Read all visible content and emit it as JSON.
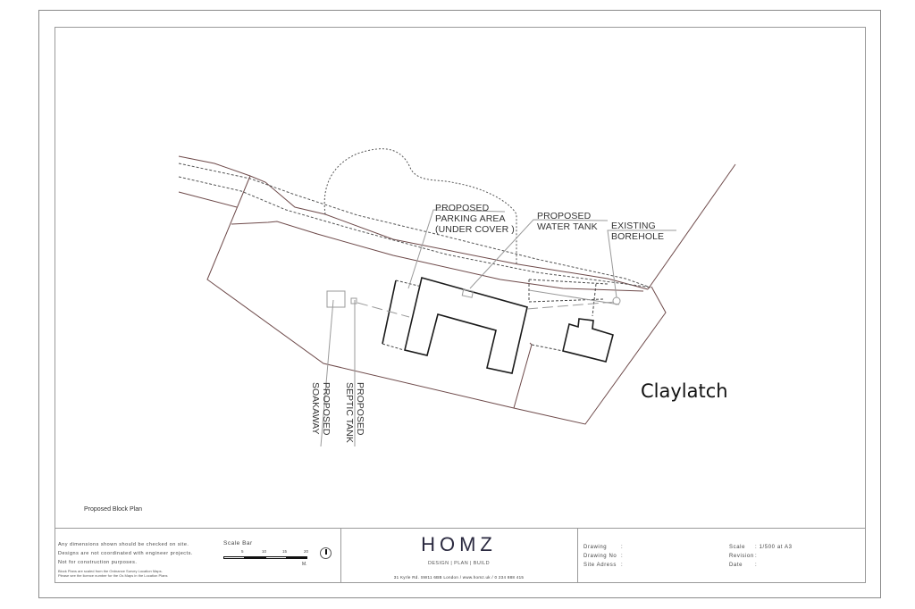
{
  "drawing": {
    "plan_title": "Proposed Block Plan",
    "place_name": "Claylatch",
    "labels": {
      "parking": [
        "PROPOSED",
        "PARKING AREA",
        "(UNDER COVER )"
      ],
      "water_tank": [
        "PROPOSED",
        "WATER TANK"
      ],
      "borehole": [
        "EXISTING",
        "BOREHOLE"
      ],
      "septic_tank": [
        "PROPOSED",
        "SEPTIC TANK"
      ],
      "soakaway": [
        "PROPOSED",
        "SOAKAWAY"
      ]
    },
    "colors": {
      "boundary": "#7a4a4a",
      "building": "#1a1a1a",
      "leader": "#9a9a9a",
      "frame": "#8a8a8a"
    }
  },
  "title_block": {
    "notes": [
      "Any dimensions shown should be checked on site.",
      "Designs are not coordinated with engineer projects.",
      "Not for construction purposes."
    ],
    "small_notes": [
      "Block Plans are scaled from the Ordnance Survey Location Maps.",
      "Please see the licence number for the Os Maps in the Location Plans"
    ],
    "scale_bar": {
      "title": "Scale Bar",
      "ticks": [
        "5",
        "10",
        "15",
        "20"
      ],
      "unit": "M."
    },
    "brand": {
      "name": "HOMZ",
      "tagline": "DESIGN | PLAN | BUILD",
      "address": "31 Kyrle Rd. SW11 6BB London / www.homz.uk / 0 234 888 415",
      "color": "#2b2a40"
    },
    "info_left": [
      {
        "label": "Drawing",
        "sep": ":",
        "value": ""
      },
      {
        "label": "Drawing No",
        "sep": ":",
        "value": ""
      },
      {
        "label": "Site Adress",
        "sep": ":",
        "value": ""
      }
    ],
    "info_right": [
      {
        "label": "Scale",
        "sep": ":",
        "value": "1/500 at A3"
      },
      {
        "label": "Revision",
        "sep": ":",
        "value": ""
      },
      {
        "label": "Date",
        "sep": ":",
        "value": ""
      }
    ]
  }
}
